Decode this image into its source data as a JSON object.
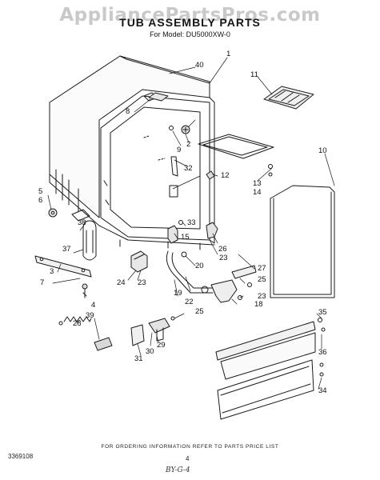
{
  "header": {
    "watermark": "AppliancePartsPros.com",
    "title": "TUB ASSEMBLY PARTS",
    "model_line": "For Model: DU5000XW-0"
  },
  "footer": {
    "ordering_note": "FOR ORDERING INFORMATION REFER TO PARTS PRICE LIST",
    "drawing_number": "3369108",
    "page_number": "4",
    "handwritten_note": "BY-G-4"
  },
  "callouts": {
    "c1": "1",
    "c2": "2",
    "c3": "3",
    "c4": "4",
    "c5": "5",
    "c6": "6",
    "c7": "7",
    "c8": "8",
    "c9": "9",
    "c10": "10",
    "c11": "11",
    "c12": "12",
    "c13": "13",
    "c14": "14",
    "c15": "15",
    "c18": "18",
    "c19": "19",
    "c20": "20",
    "c22": "22",
    "c23a": "23",
    "c23b": "23",
    "c23c": "23",
    "c24": "24",
    "c25a": "25",
    "c25b": "25",
    "c26": "26",
    "c27": "27",
    "c28": "28",
    "c29": "29",
    "c30": "30",
    "c31": "31",
    "c32": "32",
    "c33": "33",
    "c34": "34",
    "c35": "35",
    "c36": "36",
    "c37": "37",
    "c38": "38",
    "c39": "39",
    "c40": "40"
  }
}
